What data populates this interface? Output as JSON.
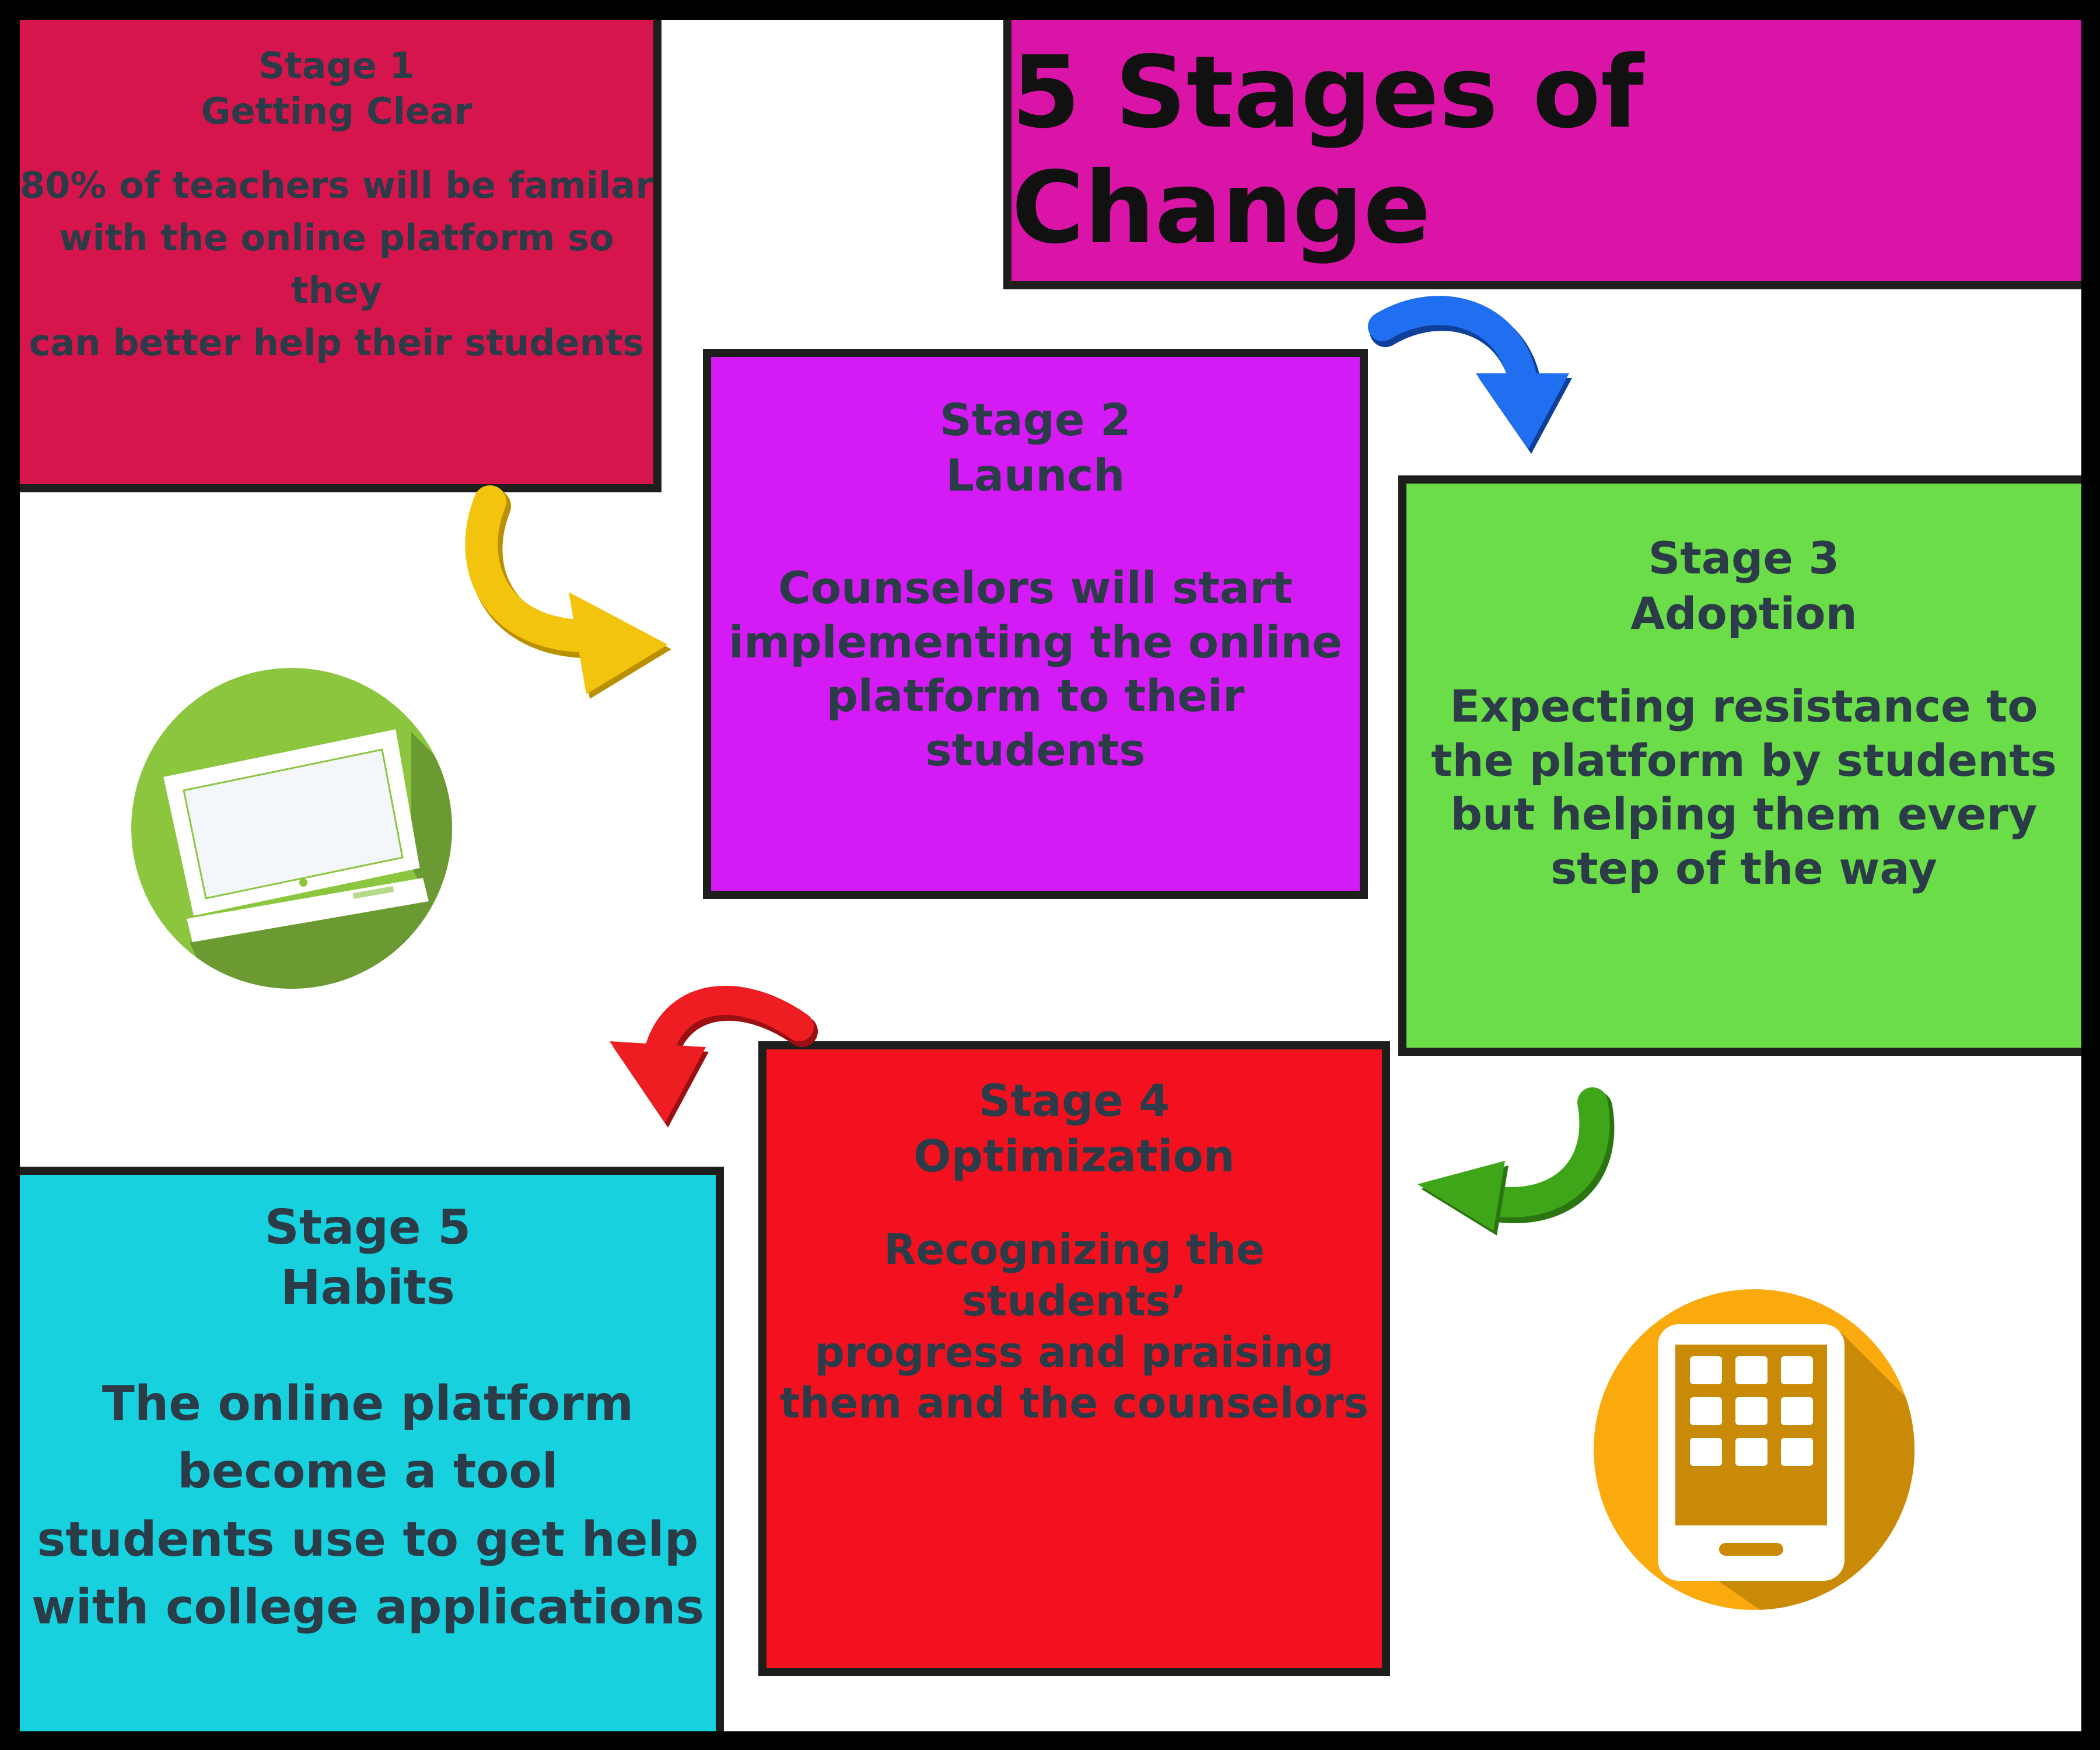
{
  "title": "5 Stages of Change",
  "stages": [
    {
      "stage": "Stage 1",
      "name": "Getting Clear",
      "lines": [
        "80% of teachers will be familar",
        "with the online platform so they",
        "can better help their students"
      ],
      "color": "#d6154d"
    },
    {
      "stage": "Stage 2",
      "name": "Launch",
      "lines": [
        "Counselors will start",
        "implementing the online",
        "platform to their students"
      ],
      "color": "#d51bf5"
    },
    {
      "stage": "Stage 3",
      "name": "Adoption",
      "lines": [
        "Expecting resistance to",
        "the platform by students",
        "but helping them every",
        "step of the way"
      ],
      "color": "#6bdd48"
    },
    {
      "stage": "Stage 4",
      "name": "Optimization",
      "lines": [
        "Recognizing the students’",
        "progress and praising",
        "them and the counselors"
      ],
      "color": "#f4111f"
    },
    {
      "stage": "Stage 5",
      "name": "Habits",
      "lines": [
        "The online platform",
        "become a tool",
        "students use to get help",
        "with college applications"
      ],
      "color": "#18d1de"
    }
  ],
  "title_color": "#d914a6",
  "arrows": [
    {
      "name": "yellow-arrow",
      "color": "#f2c40e"
    },
    {
      "name": "blue-arrow",
      "color": "#1f6ff0"
    },
    {
      "name": "green-arrow",
      "color": "#3fa61a"
    },
    {
      "name": "red-arrow",
      "color": "#ee1d22"
    }
  ],
  "icons": [
    {
      "name": "laptop-icon",
      "color": "#8cc63f"
    },
    {
      "name": "tablet-icon",
      "color": "#fbaa0e"
    }
  ]
}
